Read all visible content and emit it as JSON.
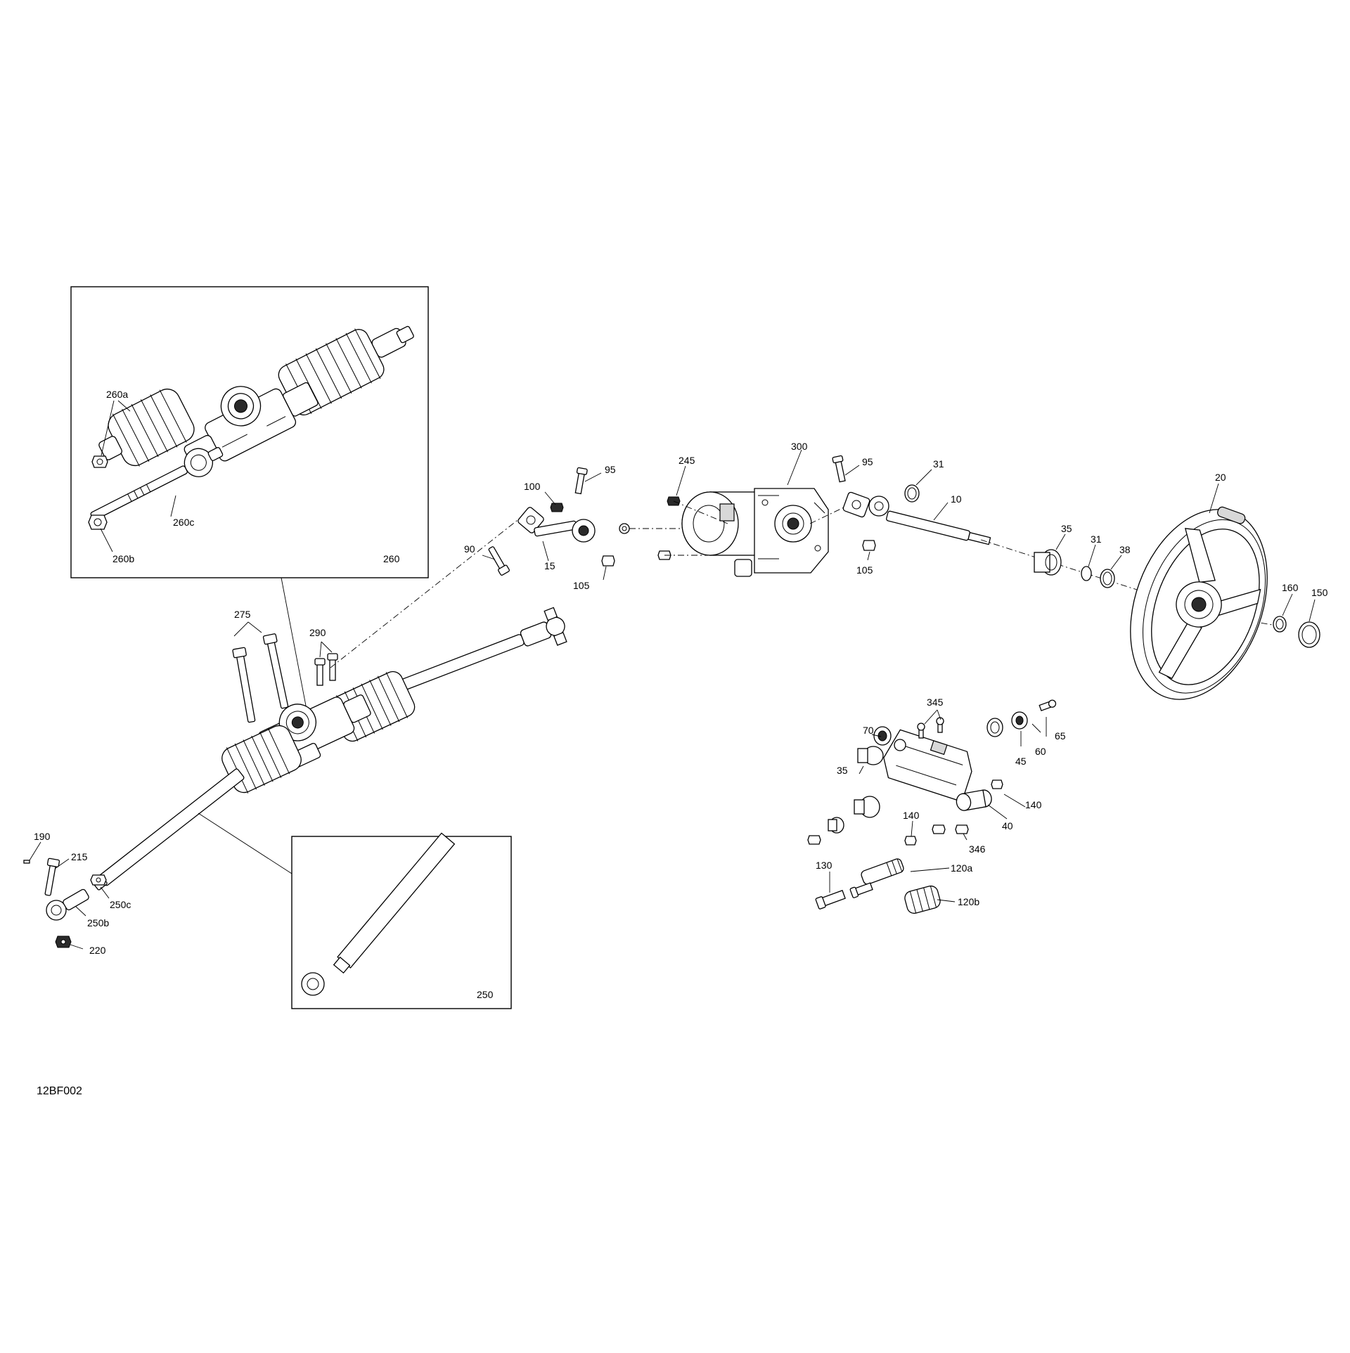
{
  "diagram_code": "12BF002",
  "inset_frames": [
    {
      "name": "inset-260",
      "label": "260"
    },
    {
      "name": "inset-250",
      "label": "250"
    }
  ],
  "callouts": {
    "c260a": "260a",
    "c260b": "260b",
    "c260c": "260c",
    "c100": "100",
    "c95a": "95",
    "c90": "90",
    "c15": "15",
    "c105a": "105",
    "c245": "245",
    "c300": "300",
    "c95b": "95",
    "c105b": "105",
    "c31a": "31",
    "c10": "10",
    "c35a": "35",
    "c31b": "31",
    "c38": "38",
    "c20": "20",
    "c160": "160",
    "c150": "150",
    "c275": "275",
    "c290": "290",
    "c190": "190",
    "c215": "215",
    "c250c": "250c",
    "c250b": "250b",
    "c220": "220",
    "c345": "345",
    "c65": "65",
    "c70": "70",
    "c35b": "35",
    "c45": "45",
    "c60": "60",
    "c140a": "140",
    "c40": "40",
    "c140b": "140",
    "c346": "346",
    "c130": "130",
    "c120a": "120a",
    "c120b": "120b"
  }
}
